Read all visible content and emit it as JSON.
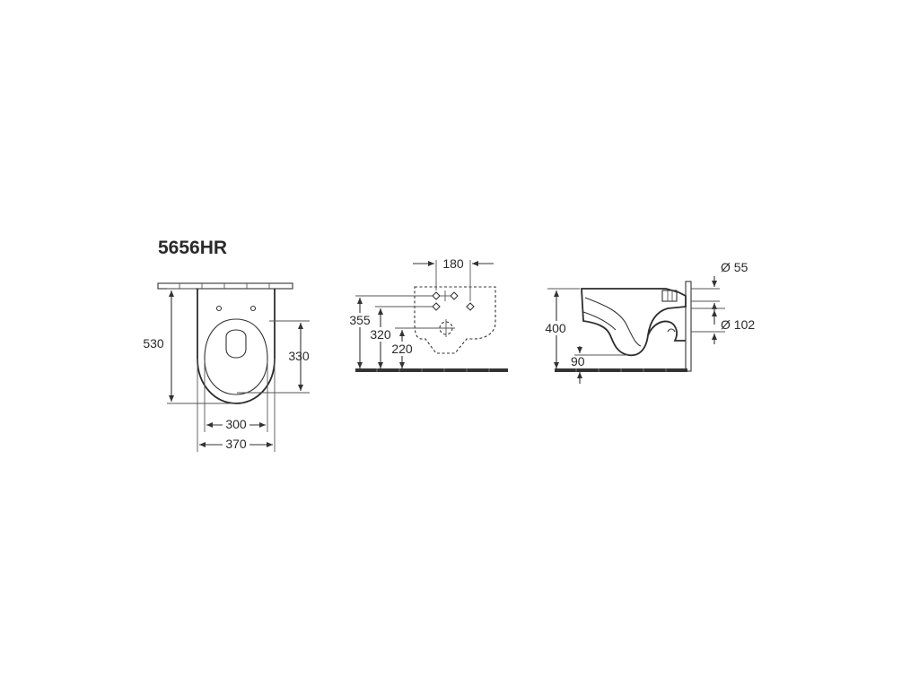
{
  "model": "5656HR",
  "colors": {
    "line": "#333333",
    "background": "#ffffff"
  },
  "top_view": {
    "length": "530",
    "seat_depth": "330",
    "inner_width": "300",
    "outer_width": "370"
  },
  "mount_view": {
    "bolt_spacing": "180",
    "upper_height": "355",
    "mid_height": "320",
    "lower_height": "220"
  },
  "side_view": {
    "height": "400",
    "outlet_height": "90",
    "inlet_diameter": "Ø 55",
    "outlet_diameter": "Ø 102"
  }
}
